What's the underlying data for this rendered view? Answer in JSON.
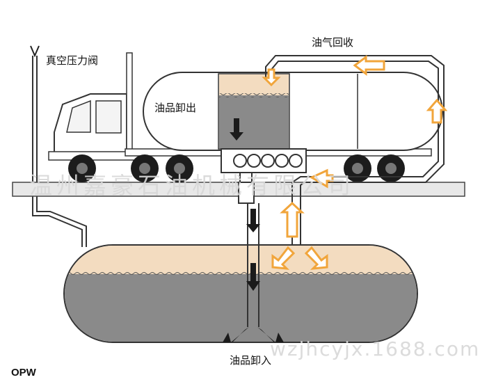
{
  "labels": {
    "vacuum_valve": "真空压力阀",
    "vapor_recovery": "油气回收",
    "oil_unload_out": "油品卸出",
    "oil_unload_in": "油品卸入"
  },
  "brand": "OPW",
  "watermark": {
    "company": "温州嘉豪石油机械有限公司",
    "site": "wzjhcyjx.1688.com"
  },
  "colors": {
    "liquid": "#8a8a8a",
    "vapor": "#f3dcc0",
    "arrow_orange": "#f1a53b",
    "arrow_dark": "#1b1b1b",
    "line": "#333333"
  }
}
